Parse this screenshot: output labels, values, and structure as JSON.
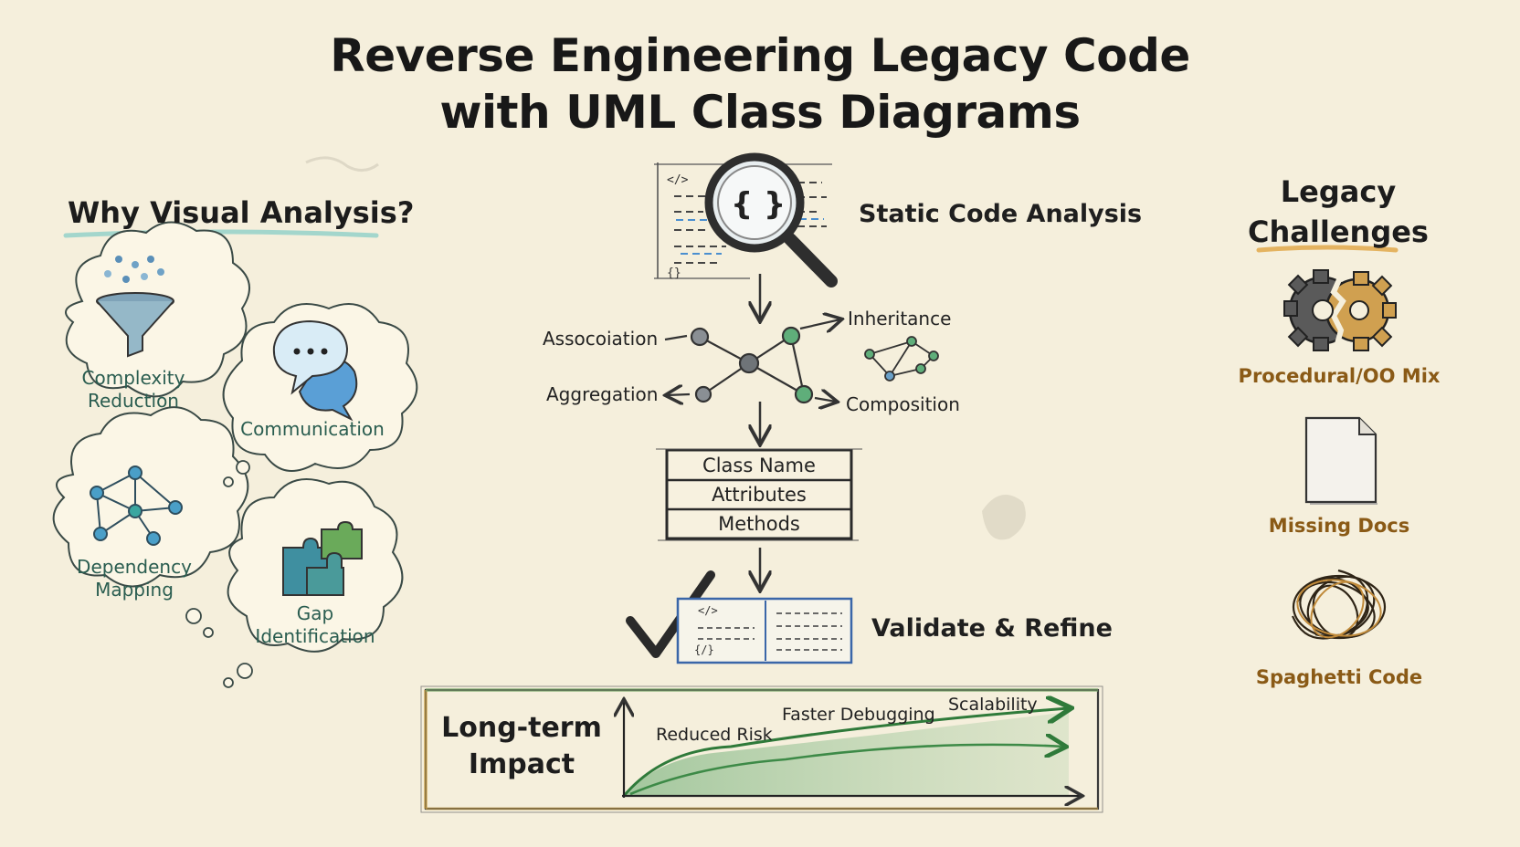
{
  "title": {
    "line1": "Reverse Engineering Legacy Code",
    "line2": "with UML Class Diagrams"
  },
  "left_panel": {
    "heading": "Why Visual Analysis?",
    "bubbles": [
      {
        "id": "complexity",
        "label_lines": [
          "Complexity",
          "Reduction"
        ],
        "icon": "funnel-icon"
      },
      {
        "id": "communication",
        "label_lines": [
          "Communication"
        ],
        "icon": "speech-bubbles-icon"
      },
      {
        "id": "dependency",
        "label_lines": [
          "Dependency",
          "Mapping"
        ],
        "icon": "network-graph-icon"
      },
      {
        "id": "gap",
        "label_lines": [
          "Gap",
          "Identification"
        ],
        "icon": "puzzle-pieces-icon"
      }
    ]
  },
  "center_flow": {
    "step1": "Static Code Analysis",
    "relationships": {
      "association": "Assocoiation",
      "aggregation": "Aggregation",
      "inheritance": "Inheritance",
      "composition": "Composition"
    },
    "uml_class": [
      "Class Name",
      "Attributes",
      "Methods"
    ],
    "step3": "Validate & Refine",
    "code_marks": [
      "</>",
      "{}",
      "</>",
      "{/}"
    ]
  },
  "impact": {
    "title_lines": [
      "Long-term",
      "Impact"
    ],
    "labels": [
      "Reduced Risk",
      "Faster Debugging",
      "Scalability"
    ]
  },
  "right_panel": {
    "heading_lines": [
      "Legacy",
      "Challenges"
    ],
    "items": [
      {
        "label": "Procedural/OO Mix",
        "icon": "broken-gear-icon"
      },
      {
        "label": "Missing Docs",
        "icon": "blank-document-icon"
      },
      {
        "label": "Spaghetti Code",
        "icon": "tangle-icon"
      }
    ]
  },
  "colors": {
    "background": "#f5efdc",
    "green_text": "#2a5d50",
    "gold_text": "#8a5a16",
    "accent_blue": "#4a8fd0",
    "accent_green": "#3d8a47"
  }
}
